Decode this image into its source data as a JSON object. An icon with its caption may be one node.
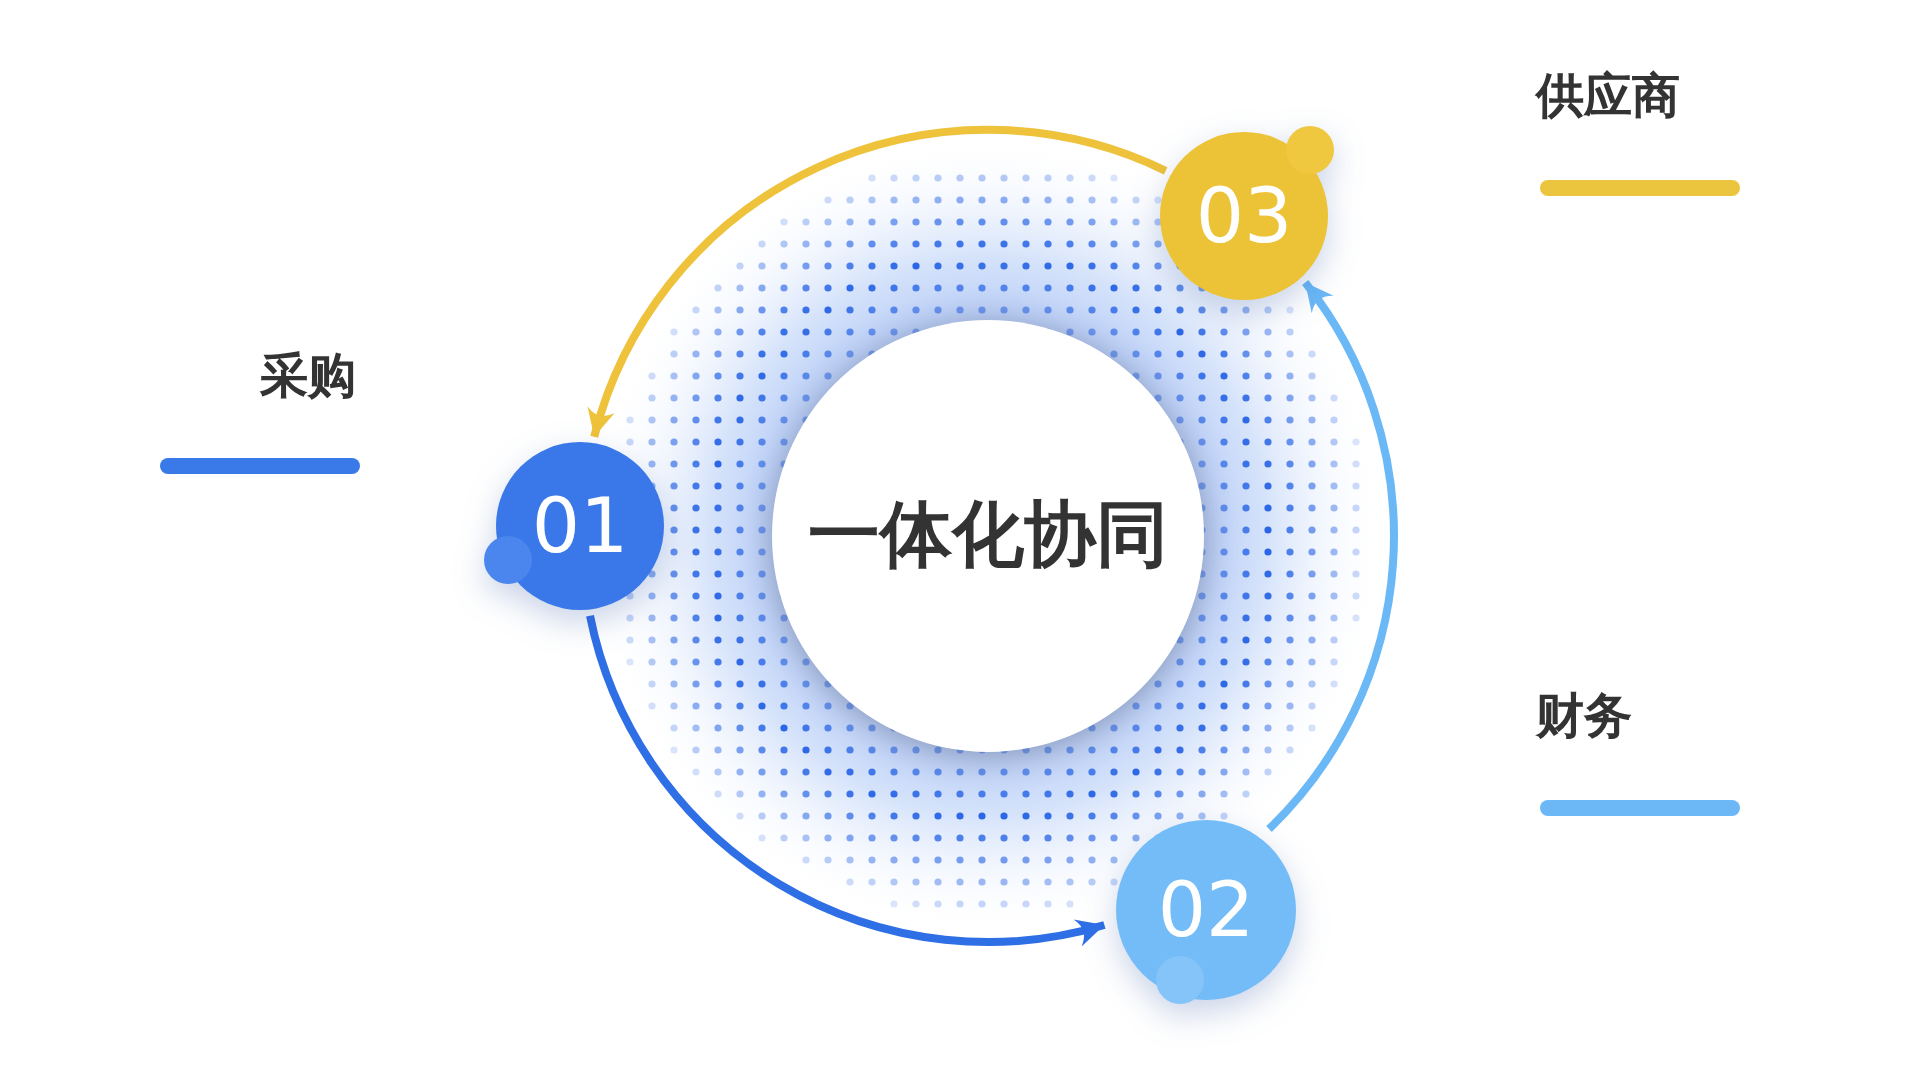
{
  "diagram": {
    "nodes": [
      {
        "text": [
          "一体化协同"
        ]
      },
      {
        "text": [
          "01"
        ]
      },
      {
        "text": [
          "02"
        ]
      },
      {
        "text": [
          "03"
        ]
      }
    ],
    "edges": [
      {
        "from": 1,
        "to": 2,
        "arrow": "to",
        "color": "#2f6fe6"
      },
      {
        "from": 2,
        "to": 3,
        "arrow": "to",
        "color": "#6bb8f7"
      },
      {
        "from": 3,
        "to": 1,
        "arrow": "to",
        "color": "#eec23a"
      }
    ],
    "legend": [
      {
        "text": "供应商",
        "color": "#ecc53f"
      },
      {
        "text": "采购",
        "color": "#3a7ae8"
      },
      {
        "text": "财务",
        "color": "#6cb8f6"
      }
    ]
  }
}
